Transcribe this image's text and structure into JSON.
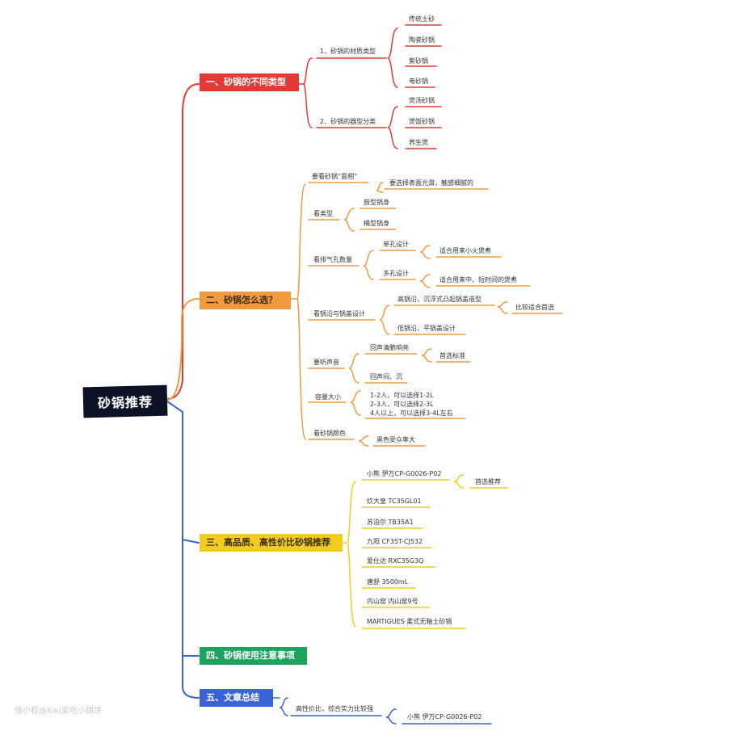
{
  "root": "砂锅推荐",
  "sections": {
    "s1": "一、砂锅的不同类型",
    "s2": "二、砂锅怎么选？",
    "s3": "三、高品质、高性价比砂锅推荐",
    "s4": "四、砂锅使用注意事项",
    "s5": "五、文章总结"
  },
  "s1": {
    "material": "1、砂锅的材质类型",
    "materials": [
      "传统土砂",
      "陶瓷砂锅",
      "紫砂锅",
      "电砂锅"
    ],
    "shape": "2、砂锅的器型分类",
    "shapes": [
      "煲汤砂锅",
      "煲饭砂锅",
      "养生煲"
    ]
  },
  "s2": {
    "look": "要看砂锅“面相”",
    "look_detail": "要选择表面光滑，触感细腻的",
    "type": "看类型",
    "types": [
      "鼓型锅身",
      "桶型锅身"
    ],
    "vent": "看排气孔数量",
    "vent_single": "单孔设计",
    "vent_single_detail": "适合用来小火煲煮",
    "vent_multi": "多孔设计",
    "vent_multi_detail": "适合用来中、短时间的煲煮",
    "rim": "看锅沿与锅盖设计",
    "rim_high": "高锅沿，沉浮式凸起锅盖造型",
    "rim_high_detail": "比较适合首选",
    "rim_low": "低锅沿，平锅盖设计",
    "sound": "要听声音",
    "sound_clear": "回声清脆响亮",
    "sound_clear_detail": "首选标准",
    "sound_dull": "回声闷、沉",
    "capacity": "容量大小",
    "capacity_lines": [
      "1-2人，可以选择1-2L",
      "2-3人，可以选择2-3L",
      "4人以上，可以选择3-4L左右"
    ],
    "color": "看砂锅颜色",
    "color_detail": "黑色受众率大"
  },
  "s3": {
    "products": [
      "小熊  伊万CP-G0026-P02",
      "炊大皇  TC35GL01",
      "苏泊尔  TB35A1",
      "九阳 CF35T-CJ532",
      "爱仕达  RXC35G3Q",
      "唐舒 3500mL",
      "内山窑   内山窑9号",
      "MARTIGUES   柔式无釉土砂锅"
    ],
    "top_pick": "首选推荐"
  },
  "s5": {
    "summary": "高性价比，综合实力比较强",
    "pick": "小熊  伊万CP-G0026-P02"
  },
  "watermark": "值小程@Kiki爱吃小甜饼",
  "colors": {
    "red": "#e53935",
    "orange": "#f19a3e",
    "yellow": "#f2cc1f",
    "green": "#1ca35d",
    "blue": "#3a63d8",
    "root": "#0d1326"
  }
}
